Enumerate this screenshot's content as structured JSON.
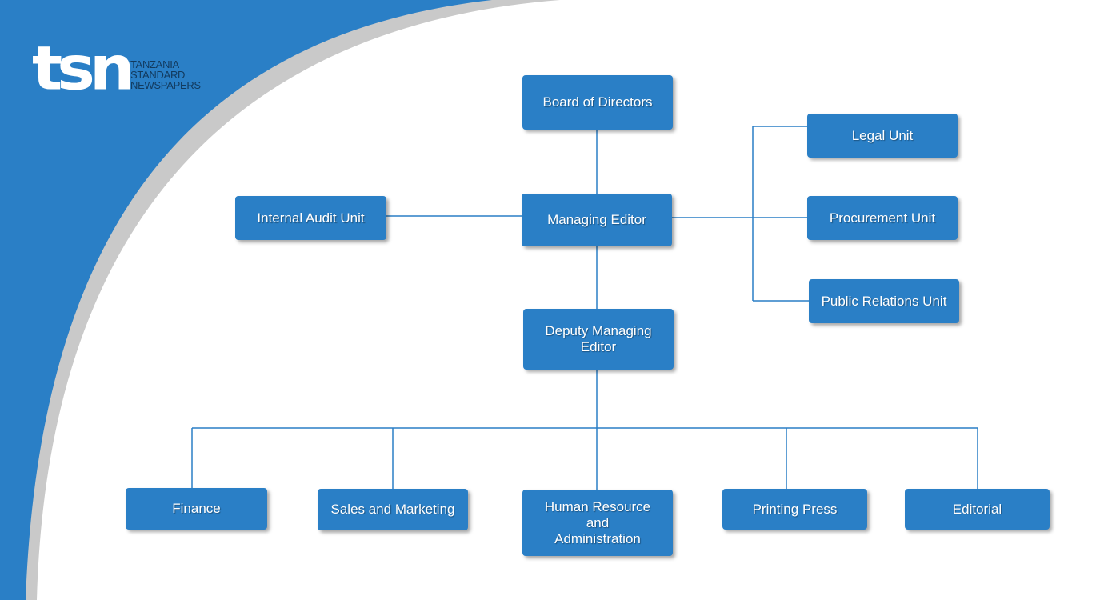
{
  "colors": {
    "brand_blue": "#2a7fc6",
    "node_fill": "#2a7fc6",
    "node_text": "#ffffff",
    "connector": "#2a7fc6",
    "logo_text": "#123a5e"
  },
  "logo": {
    "mark": "tsn",
    "lines": [
      "TANZANIA",
      "STANDARD",
      "NEWSPAPERS"
    ]
  },
  "org_chart": {
    "board": "Board of Directors",
    "managing_editor": "Managing Editor",
    "internal_audit": "Internal Audit Unit",
    "legal": "Legal Unit",
    "procurement": "Procurement Unit",
    "public_relations": "Public Relations Unit",
    "deputy_managing_editor": [
      "Deputy Managing",
      "Editor"
    ],
    "finance": "Finance",
    "sales_marketing": "Sales and Marketing",
    "human_resource": [
      "Human Resource",
      "and",
      "Administration"
    ],
    "printing_press": "Printing Press",
    "editorial": "Editorial"
  }
}
